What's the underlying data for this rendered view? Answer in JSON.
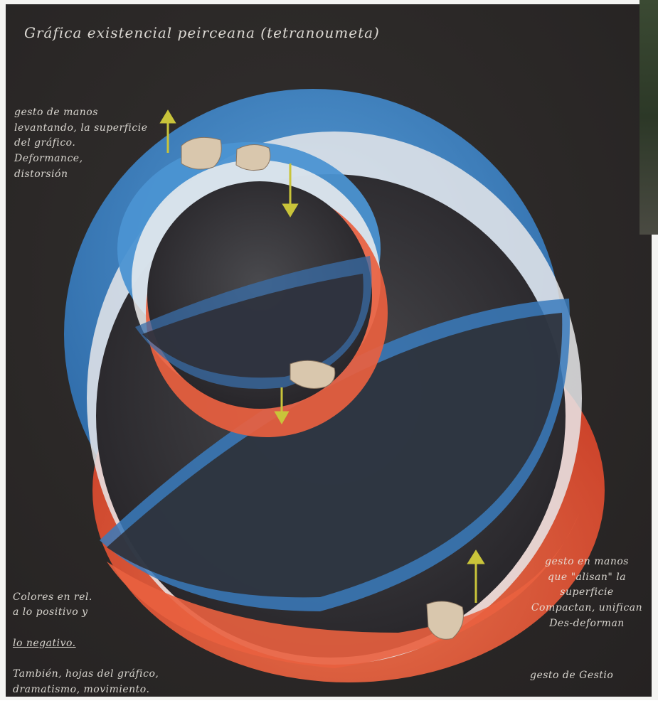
{
  "title": "Gráfica existencial peirceana (tetranoumeta)",
  "notes": {
    "top_left": "gesto de manos\nlevantando, la superficie\ndel gráfico.\nDeformance,\ndistorsión",
    "bottom_left_line1": "Colores en rel.\na lo positivo y",
    "bottom_left_line2": "lo negativo.",
    "bottom_left_line3": "También, hojas del gráfico,\ndramatismo, movimiento.",
    "bottom_right": "gesto en manos\nque \"alisan\" la\nsuperficie\nCompactan, unifican\nDes-deforman",
    "footer": "gesto de Gestio"
  },
  "colors": {
    "board": "#2b2827",
    "blue": "#3d86c6",
    "white": "#e8e8ea",
    "red": "#e9603f",
    "arrow": "#c9c43a"
  }
}
